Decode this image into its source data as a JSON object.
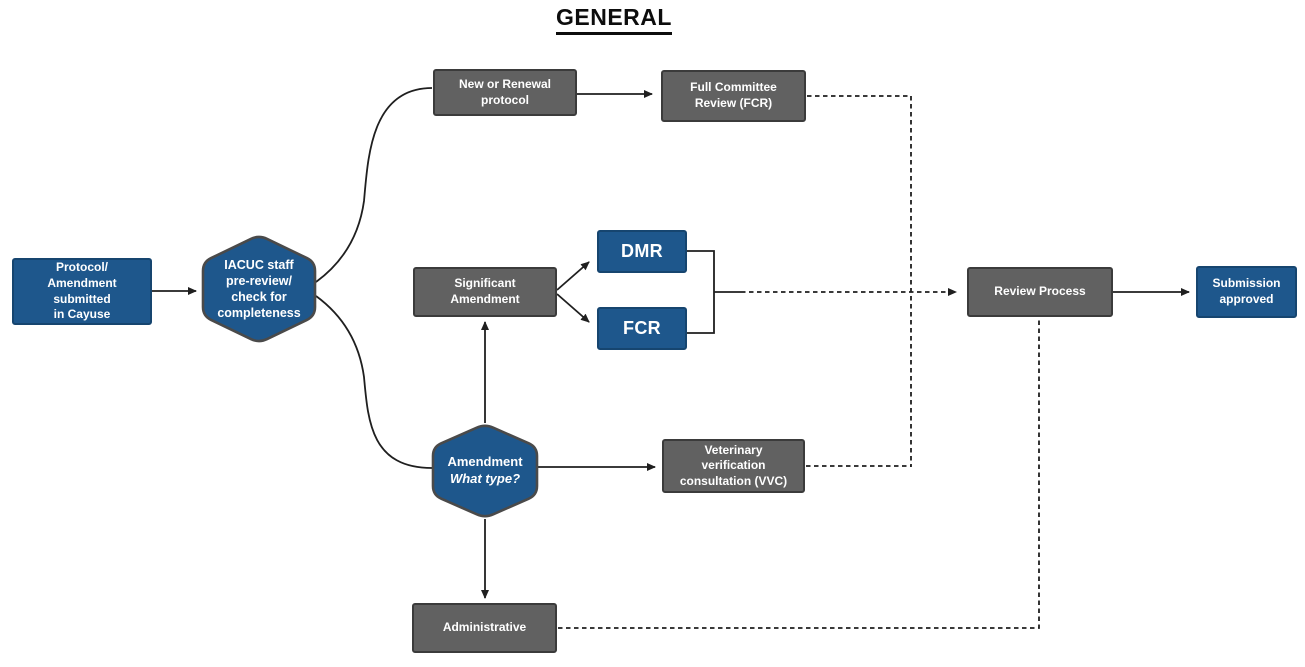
{
  "title": "GENERAL",
  "palette": {
    "node_blue": "#1e578c",
    "node_blue_border": "#16456f",
    "node_gray": "#616161",
    "node_gray_border": "#3b3b3b",
    "hexagon_border": "#4a4a4a",
    "connector": "#1f1f1f",
    "text": "#ffffff",
    "title_color": "#0d0d0d"
  },
  "nodes": {
    "protocol": {
      "label": "Protocol/\nAmendment\nsubmitted\nin Cayuse"
    },
    "iacuc": {
      "label": "IACUC staff\npre-review/\ncheck for\ncompleteness"
    },
    "new_renewal": {
      "label": "New or Renewal\nprotocol"
    },
    "fcr_full": {
      "label": "Full Committee\nReview (FCR)"
    },
    "significant": {
      "label": "Significant\nAmendment"
    },
    "dmr": {
      "label": "DMR"
    },
    "fcr": {
      "label": "FCR"
    },
    "amendment": {
      "line1": "Amendment",
      "line2": "What type?"
    },
    "vvc": {
      "label": "Veterinary\nverification\nconsultation (VVC)"
    },
    "administrative": {
      "label": "Administrative"
    },
    "review": {
      "label": "Review Process"
    },
    "approved": {
      "label": "Submission\napproved"
    }
  },
  "edges": [
    {
      "from": "protocol-submitted",
      "to": "iacuc-pre-review",
      "style": "solid-arrow"
    },
    {
      "from": "iacuc-pre-review",
      "to": "new-or-renewal-protocol",
      "style": "curved"
    },
    {
      "from": "iacuc-pre-review",
      "to": "amendment-what-type",
      "style": "curved"
    },
    {
      "from": "new-or-renewal-protocol",
      "to": "full-committee-review-fcr",
      "style": "solid-arrow"
    },
    {
      "from": "full-committee-review-fcr",
      "to": "review-process",
      "style": "dashed"
    },
    {
      "from": "significant-amendment",
      "to": "dmr",
      "style": "solid-arrow"
    },
    {
      "from": "significant-amendment",
      "to": "fcr",
      "style": "solid-arrow"
    },
    {
      "from": "dmr-fcr-junction",
      "to": "review-process",
      "style": "dashed-arrow"
    },
    {
      "from": "amendment-what-type",
      "to": "significant-amendment",
      "style": "solid-arrow"
    },
    {
      "from": "amendment-what-type",
      "to": "veterinary-verification-consultation-vvc",
      "style": "solid-arrow"
    },
    {
      "from": "amendment-what-type",
      "to": "administrative",
      "style": "solid-arrow"
    },
    {
      "from": "veterinary-verification-consultation-vvc",
      "to": "review-process",
      "style": "dashed"
    },
    {
      "from": "administrative",
      "to": "review-process",
      "style": "dashed"
    },
    {
      "from": "review-process",
      "to": "submission-approved",
      "style": "solid-arrow"
    }
  ]
}
